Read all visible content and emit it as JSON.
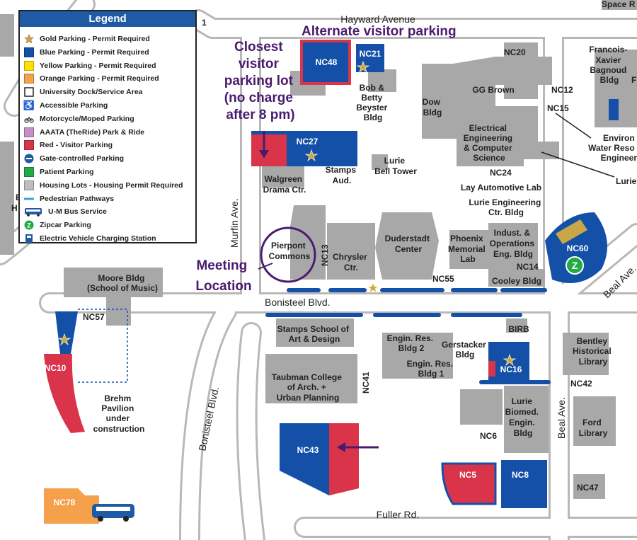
{
  "legend": {
    "title": "Legend",
    "items": [
      {
        "label": "Gold Parking - Permit Required",
        "icon": "gold-star-icon",
        "color": "#c9a646"
      },
      {
        "label": "Blue Parking - Permit Required",
        "icon": "blue-swatch-icon",
        "color": "#1450a8"
      },
      {
        "label": "Yellow Parking - Permit Required",
        "icon": "yellow-swatch-icon",
        "color": "#ffe000"
      },
      {
        "label": "Orange Parking - Permit Required",
        "icon": "orange-swatch-icon",
        "color": "#f5a04a"
      },
      {
        "label": "University Dock/Service Area",
        "icon": "outline-square-icon",
        "color": "#222222"
      },
      {
        "label": "Accessible Parking",
        "icon": "wheelchair-icon",
        "color": "#222222"
      },
      {
        "label": "Motorcycle/Moped Parking",
        "icon": "motorcycle-icon",
        "color": "#222222"
      },
      {
        "label": "AAATA (TheRide) Park & Ride",
        "icon": "purple-swatch-icon",
        "color": "#c48fc4"
      },
      {
        "label": "Red - Visitor Parking",
        "icon": "red-swatch-icon",
        "color": "#d9344a"
      },
      {
        "label": "Gate-controlled Parking",
        "icon": "gate-icon",
        "color": "#1f5aa6"
      },
      {
        "label": "Patient Parking",
        "icon": "green-swatch-icon",
        "color": "#22aa44"
      },
      {
        "label": "Housing Lots - Housing Permit Required",
        "icon": "gray-swatch-icon",
        "color": "#bdbdbd"
      },
      {
        "label": "Pedestrian Pathways",
        "icon": "pathway-line-icon",
        "color": "#3aa0dc"
      },
      {
        "label": "U-M Bus Service",
        "icon": "bus-icon",
        "color": "#1f5aa6"
      },
      {
        "label": "Zipcar Parking",
        "icon": "zipcar-icon",
        "color": "#22aa44"
      },
      {
        "label": "Electric Vehicle Charging Station",
        "icon": "ev-charging-icon",
        "color": "#1f5aa6"
      }
    ]
  },
  "colors": {
    "blue_lot": "#1450a8",
    "red_lot": "#d9344a",
    "orange_lot": "#f5a04a",
    "building": "#a8a8a8",
    "road_fill": "#ffffff",
    "road_edge": "#b8b8b8",
    "annotation": "#4a1a6e",
    "gold": "#c9a646"
  },
  "roads": {
    "hayward": "Hayward Avenue",
    "murfin": "Murfin Ave.",
    "bonisteel_h": "Bonisteel Blvd.",
    "bonisteel_v": "Bonisteel Blvd.",
    "beal_ne": "Beal Ave.",
    "beal_v": "Beal Ave.",
    "fuller": "Fuller Rd."
  },
  "lots": {
    "nc48": "NC48",
    "nc21": "NC21",
    "nc20": "NC20",
    "nc12": "NC12",
    "nc15": "NC15",
    "nc27": "NC27",
    "nc24": "NC24",
    "nc60": "NC60",
    "nc13": "NC13",
    "nc55": "NC55",
    "nc14": "NC14",
    "nc57": "NC57",
    "nc10": "NC10",
    "nc16": "NC16",
    "nc41": "NC41",
    "nc42": "NC42",
    "nc43": "NC43",
    "nc6": "NC6",
    "nc5": "NC5",
    "nc8": "NC8",
    "nc47": "NC47",
    "nc78": "NC78",
    "one": "1"
  },
  "buildings": {
    "space": "Space R",
    "francois": [
      "Francois-",
      "Xavier",
      "Bagnoud",
      "Bldg"
    ],
    "f_edge": "F",
    "beyster": [
      "Bob &",
      "Betty",
      "Beyster",
      "Bldg"
    ],
    "dow": [
      "Dow",
      "Bldg"
    ],
    "gg_brown": "GG Brown",
    "environ": [
      "Environ",
      "Water Reso",
      "Engineer"
    ],
    "eecs": [
      "Electrical",
      "Engineering",
      "& Computer",
      "Science"
    ],
    "lurie_tower": [
      "Lurie",
      "Bell Tower"
    ],
    "stamps_aud": [
      "Stamps",
      "Aud."
    ],
    "walgreen": [
      "Walgreen",
      "Drama Ctr."
    ],
    "lurie_edge": "Lurie",
    "lay_lab": "Lay Automotive Lab",
    "lurie_eng": [
      "Lurie Engineering",
      "Ctr. Bldg"
    ],
    "pierpont": [
      "Pierpont",
      "Commons"
    ],
    "chrysler": [
      "Chrysler",
      "Ctr."
    ],
    "duderstadt": [
      "Duderstadt",
      "Center"
    ],
    "phoenix": [
      "Phoenix",
      "Memorial",
      "Lab"
    ],
    "iooe": [
      "Indust. &",
      "Operations",
      "Eng. Bldg"
    ],
    "cooley": "Cooley Bldg",
    "moore": [
      "Moore Bldg",
      "(School of Music)"
    ],
    "stamps_school": [
      "Stamps School of",
      "Art & Design"
    ],
    "brehm": [
      "Brehm",
      "Pavilion",
      "under",
      "construction"
    ],
    "erb2": [
      "Engin. Res.",
      "Bldg 2"
    ],
    "gerstacker": [
      "Gerstacker",
      "Bldg"
    ],
    "erb1": [
      "Engin. Res.",
      "Bldg 1"
    ],
    "birb": "BIRB",
    "bentley": [
      "Bentley",
      "Historical",
      "Library"
    ],
    "taubman": [
      "Taubman College",
      "of Arch. +",
      "Urban Planning"
    ],
    "lurie_biomed": [
      "Lurie",
      "Biomed.",
      "Engin.",
      "Bldg"
    ],
    "ford": [
      "Ford",
      "Library"
    ],
    "e_edge": "E",
    "h_edge": "H"
  },
  "annotations": {
    "alternate": "Alternate visitor parking",
    "closest": [
      "Closest",
      "visitor",
      "parking lot",
      "(no charge",
      "after 8 pm)"
    ],
    "meeting": [
      "Meeting",
      "Location"
    ]
  },
  "zipcar_letter": "Z"
}
